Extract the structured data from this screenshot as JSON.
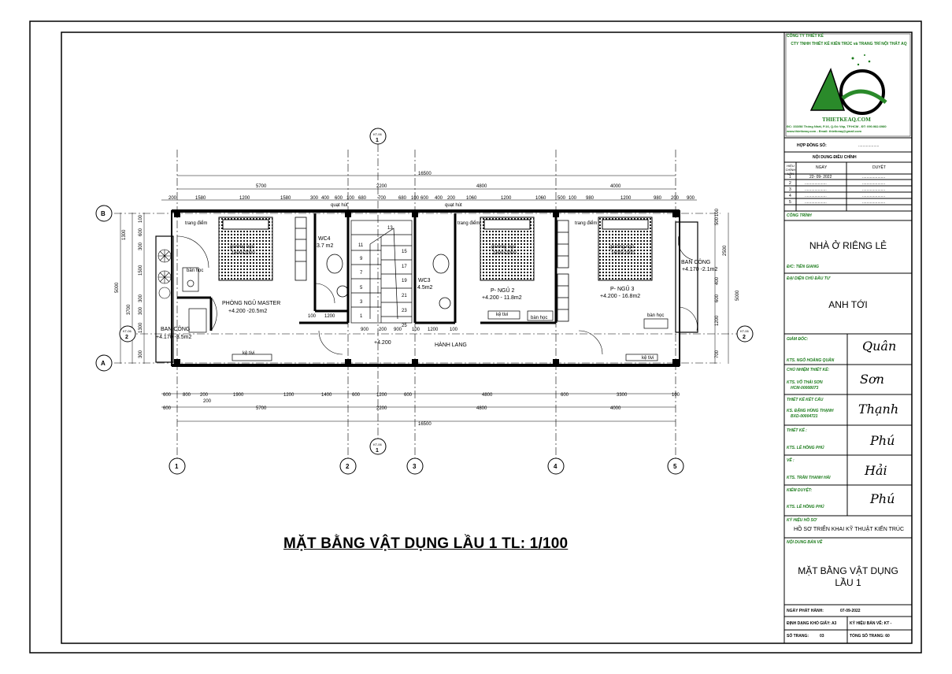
{
  "drawing": {
    "title": "MẶT BẰNG VẬT DỤNG LẦU 1 TL: 1/100",
    "overall_dim": "16500",
    "top_dims_main": [
      "5700",
      "2200",
      "4800",
      "4000"
    ],
    "top_dims_detail": [
      "200",
      "1580",
      "1200",
      "1580",
      "300",
      "400",
      "600",
      "100",
      "680",
      "700",
      "680",
      "100",
      "600",
      "400",
      "200",
      "1060",
      "1200",
      "1060",
      "500",
      "100",
      "980",
      "1200",
      "980",
      "200",
      "900"
    ],
    "bottom_dims_detail": [
      "600",
      "800",
      "200",
      "1900",
      "1200",
      "1400",
      "600",
      "1200",
      "600",
      "4800",
      "600",
      "3300",
      "100"
    ],
    "bottom_dims_sub": [
      "200"
    ],
    "bottom_dims_main": [
      "600",
      "5700",
      "2200",
      "4800",
      "4000"
    ],
    "left_dims_outer": [
      "1300",
      "5000",
      "3700"
    ],
    "left_dims_inner": [
      "100",
      "600",
      "300",
      "1500",
      "300",
      "300",
      "1300",
      "300"
    ],
    "right_dims_outer": [
      "5000"
    ],
    "right_dims_inner": [
      "500",
      "100",
      "2500",
      "400",
      "600",
      "1200",
      "700"
    ],
    "grid_axes_x": [
      "1",
      "2",
      "3",
      "4",
      "5"
    ],
    "grid_axes_y": [
      "A",
      "B"
    ],
    "section_marks": [
      "KT-06",
      "1",
      "KT-06",
      "2"
    ],
    "rooms": [
      {
        "name": "PHÒNG NGỦ MASTER",
        "area": "+4.200 -20.5m2"
      },
      {
        "name": "WC4",
        "area": "3.7 m2"
      },
      {
        "name": "WC3",
        "area": "4.5m2"
      },
      {
        "name": "P- NGỦ 2",
        "area": "+4.200 - 11.8m2"
      },
      {
        "name": "P- NGỦ 3",
        "area": "+4.200 - 16.8m2"
      },
      {
        "name": "BAN CÔNG",
        "area": "+4.170 -3.5m2"
      },
      {
        "name": "BAN CÔNG",
        "area": "+4.170 -2.1m2"
      },
      {
        "name": "HÀNH LANG",
        "area": "+4.200"
      }
    ],
    "furniture": {
      "bed_label": "giường ngủ",
      "bed_size": "1600x2000",
      "dresser": "trang điểm",
      "desk": "bàn học",
      "tv": "kệ tivi",
      "fan": "quạt hút"
    },
    "stair_numbers": [
      "13",
      "11",
      "15",
      "9",
      "17",
      "7",
      "19",
      "5",
      "21",
      "3",
      "23",
      "1",
      "25"
    ],
    "stair_dims": [
      "100",
      "1200",
      "900",
      "200",
      "900",
      "100",
      "1200",
      "100"
    ]
  },
  "titleblock": {
    "company_label": "CÔNG TY THIẾT KẾ",
    "company_name": "CTY TNHH THIẾT KẾ KIẾN TRÚC và TRANG TRÍ NỘI THẤT AQ",
    "logo_text": "AQ",
    "website": "THIETKEAQ.COM",
    "address": "ĐC: 333/58 Thống Nhất, P.16, Q.Gò Vấp, TP.HCM - ĐT: 090.982.6980",
    "web_email": "www.thietkeaq.com - Email: thietkeaq@gmail.com",
    "contract_label": "HỢP ĐỒNG SỐ:",
    "contract_no": "...................",
    "revision_title": "NỘI DUNG ĐIỀU CHỈNH",
    "revision_headers": [
      "HIỆU CHỈNH LẦN",
      "NGÀY",
      "DUYỆT"
    ],
    "revisions": [
      {
        "n": "1",
        "date": "22- 09- 2022",
        "ok": "....................."
      },
      {
        "n": "2",
        "date": "....................",
        "ok": "....................."
      },
      {
        "n": "3",
        "date": "....................",
        "ok": "....................."
      },
      {
        "n": "4",
        "date": "....................",
        "ok": "....................."
      },
      {
        "n": "5",
        "date": "....................",
        "ok": "....................."
      }
    ],
    "project_label": "CÔNG TRÌNH",
    "project_name": "NHÀ Ở RIÊNG LẺ",
    "location": "Đ/C: TIỀN GIANG",
    "owner_label": "ĐẠI DIỆN CHỦ ĐẦU TƯ",
    "owner_name": "ANH TỚI",
    "director_label": "GIÁM ĐỐC:",
    "director_name": "KTS. NGÔ HOÀNG QUÂN",
    "director_sig": "Quân",
    "chief_label": "CHỦ NHIỆM THIẾT KẾ:",
    "chief_name": "KTS. VÕ THÁI SƠN",
    "chief_cert": "HCM-00008073",
    "chief_sig": "Sơn",
    "structure_label": "THIẾT KẾ KẾT CẤU",
    "structure_name": "KS. ĐẶNG HÙNG THẠNH",
    "structure_cert": "BXD-00004721",
    "structure_sig": "Thạnh",
    "designer_label": "THIẾT KẾ :",
    "designer_name": "KTS. LÊ HỒNG PHÚ",
    "designer_sig": "Phú",
    "drafter_label": "VẼ :",
    "drafter_name": "KTS. TRẦN THANH HẢI",
    "drafter_sig": "Hải",
    "checker_label": "KIỂM DUYỆT:",
    "checker_name": "KTS. LÊ HỒNG PHÚ",
    "checker_sig": "Phú",
    "file_label": "KÝ HIỆU HỒ SƠ",
    "file_name": "HỒ SƠ TRIỂN KHAI KỸ THUẬT KIẾN TRÚC",
    "content_label": "NỘI DUNG BẢN VẼ",
    "content_line1": "MẶT BẰNG VẬT DỤNG",
    "content_line2": "LẦU 1",
    "issue_label": "NGÀY PHÁT HÀNH:",
    "issue_date": "07-09-2022",
    "paper_label": "ĐỊNH DẠNG KHỔ GIẤY: A3",
    "sheet_code_label": "KÝ HIỆU BẢN VẼ: KT -",
    "page_label": "SỐ TRANG:",
    "page_no": "03",
    "total_label": "TỔNG SỐ TRANG: 60"
  }
}
